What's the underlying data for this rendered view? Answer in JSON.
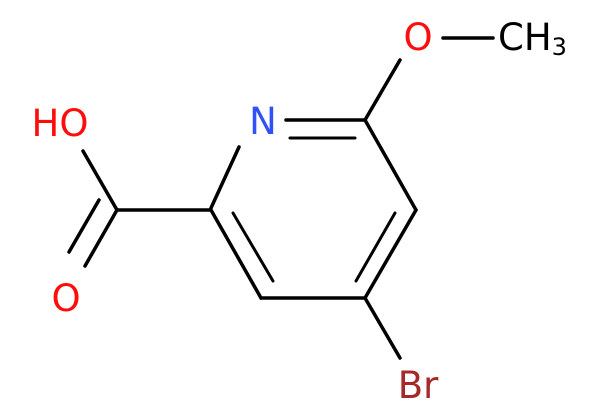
{
  "molecule": {
    "atom_labels": {
      "nitrogen": "N",
      "carboxyl_hydroxyl": "HO",
      "carbonyl_oxygen": "O",
      "bromine": "Br",
      "methoxy_oxygen": "O",
      "methyl_carbon": "CH",
      "methyl_subscript": "3"
    }
  },
  "colors": {
    "bond": "#000000",
    "nitrogen": "#3050F8",
    "oxygen": "#FF0D0D",
    "bromine": "#A62929",
    "carbon_label": "#000000"
  }
}
